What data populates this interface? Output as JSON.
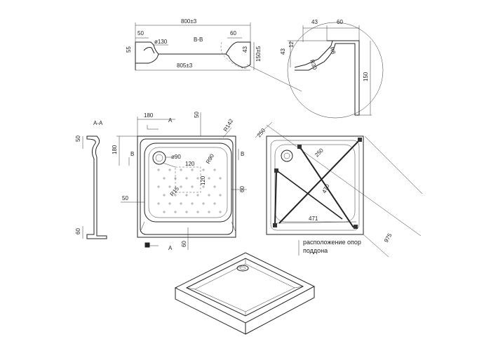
{
  "section_bb": {
    "title": "B-B",
    "width_top": "800±3",
    "width_bottom": "805±3",
    "drain_diameter": "ø130",
    "left_top": "50",
    "right_top": "60",
    "left_height": "55",
    "right_height": "43",
    "total_height": "150±5"
  },
  "detail": {
    "top_left": "43",
    "top_right": "60",
    "height_small": "12",
    "height_mid": "43",
    "radius_a": "R8",
    "radius_b": "R30",
    "height_total": "150"
  },
  "section_aa": {
    "title": "A-A",
    "top": "50",
    "bottom": "60"
  },
  "plan": {
    "top_offset": "180",
    "rim_top": "50",
    "corner_radius": "R142",
    "left_offset": "180",
    "drain": "ø90",
    "inner_radius": "R90",
    "inner_width": "120",
    "inner_height": "120",
    "bottom_radius": "R15",
    "left_rim": "50",
    "right_rim": "60",
    "bottom_rim": "60",
    "marker_a": "A",
    "marker_b": "B"
  },
  "support_plan": {
    "corner": "250",
    "diag_a": "250",
    "diag_b": "470",
    "bottom": "471",
    "diagonal": "975",
    "caption_line1": "расположение опор",
    "caption_line2": "поддона"
  }
}
